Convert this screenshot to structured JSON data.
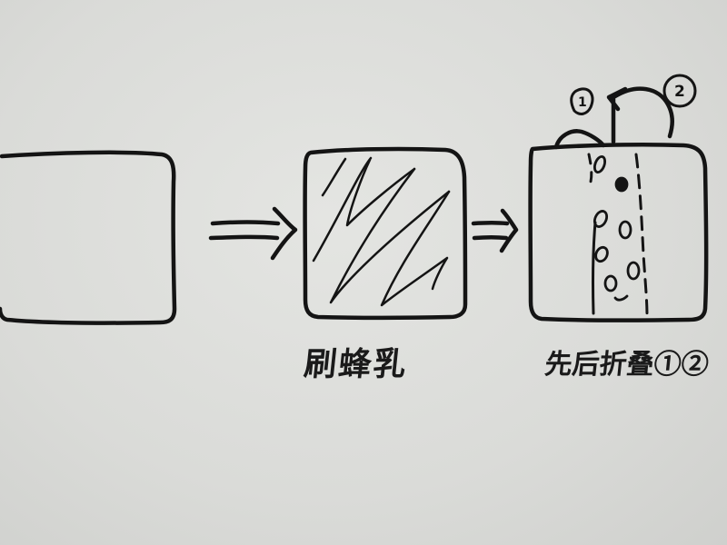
{
  "diagram": {
    "type": "hand-drawn process flow",
    "steps": [
      {
        "id": 1,
        "shape": "blank square",
        "label": ""
      },
      {
        "id": 2,
        "shape": "square with zigzag brush strokes",
        "label": "刷蜂乳"
      },
      {
        "id": 3,
        "shape": "square with vertical fold lines and dotted filling",
        "label": "先后折叠①②",
        "fold_markers": [
          "①",
          "②"
        ]
      }
    ],
    "connectors": [
      {
        "from": 1,
        "to": 2,
        "glyph": "⇒"
      },
      {
        "from": 2,
        "to": 3,
        "glyph": "⇒"
      }
    ],
    "ink_color": "#141414",
    "paper_color": "#dcdddb"
  }
}
